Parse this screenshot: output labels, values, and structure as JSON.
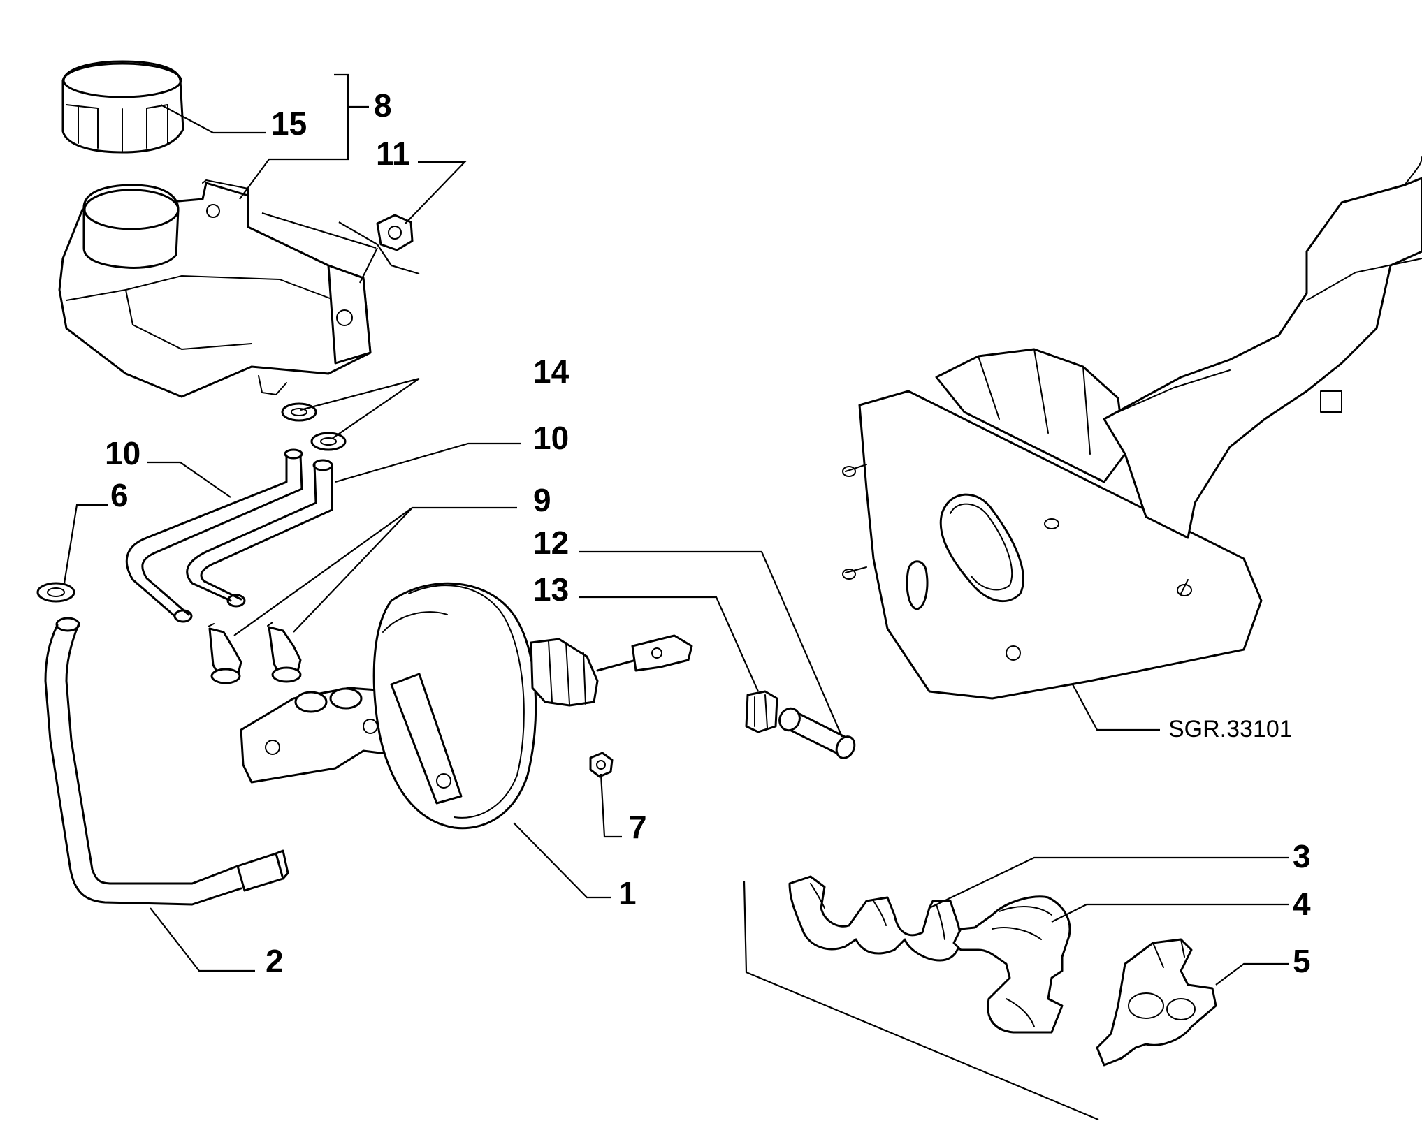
{
  "diagram": {
    "reference_code": "SGR.33101",
    "callouts": {
      "c1": "1",
      "c2": "2",
      "c3": "3",
      "c4": "4",
      "c5": "5",
      "c6": "6",
      "c7": "7",
      "c8": "8",
      "c9": "9",
      "c10a": "10",
      "c10b": "10",
      "c11": "11",
      "c12": "12",
      "c13": "13",
      "c14": "14",
      "c15": "15"
    }
  }
}
